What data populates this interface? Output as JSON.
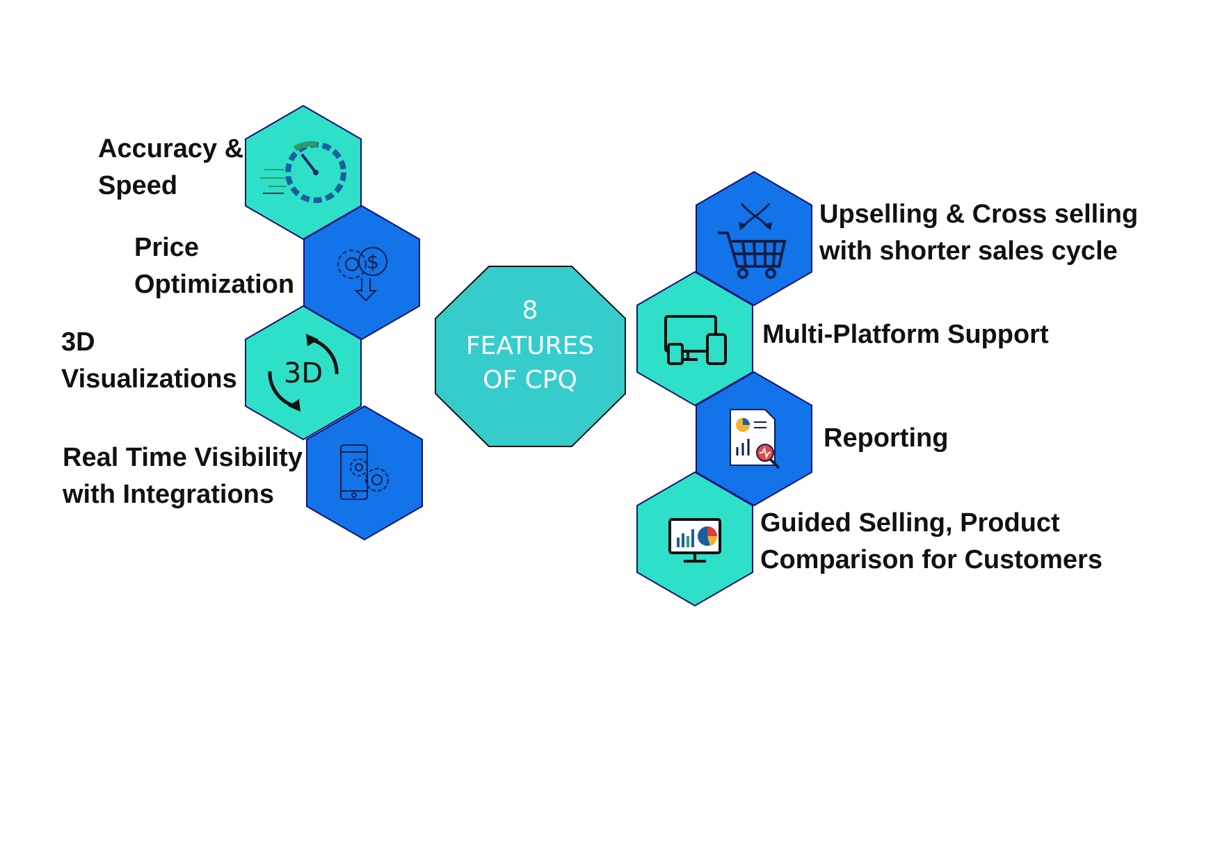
{
  "center": {
    "line1": "8",
    "line2": "FEATURES",
    "line3": "OF CPQ"
  },
  "features_left": [
    {
      "id": "accuracy",
      "line1": "Accuracy &",
      "line2": "Speed",
      "icon": "speedometer-icon"
    },
    {
      "id": "price",
      "line1": "Price",
      "line2": "Optimization",
      "icon": "price-gear-icon"
    },
    {
      "id": "3d",
      "line1": "3D",
      "line2": "Visualizations",
      "icon": "3d-rotate-icon",
      "icon_text": "3D"
    },
    {
      "id": "realtime",
      "line1": "Real Time Visibility",
      "line2": "with Integrations",
      "icon": "mobile-gears-icon"
    }
  ],
  "features_right": [
    {
      "id": "upsell",
      "line1": "Upselling & Cross selling",
      "line2": "with shorter sales cycle",
      "icon": "shopping-cart-icon"
    },
    {
      "id": "multiplatform",
      "line1": "Multi-Platform Support",
      "line2": "",
      "icon": "devices-icon"
    },
    {
      "id": "reporting",
      "line1": "Reporting",
      "line2": "",
      "icon": "report-icon"
    },
    {
      "id": "guided",
      "line1": "Guided Selling, Product",
      "line2": "Comparison for Customers",
      "icon": "dashboard-monitor-icon"
    }
  ],
  "colors": {
    "teal": "#2ee0c8",
    "blue": "#1274e8",
    "octagon": "#36cccc",
    "stroke": "#12127a",
    "text": "#111111"
  }
}
